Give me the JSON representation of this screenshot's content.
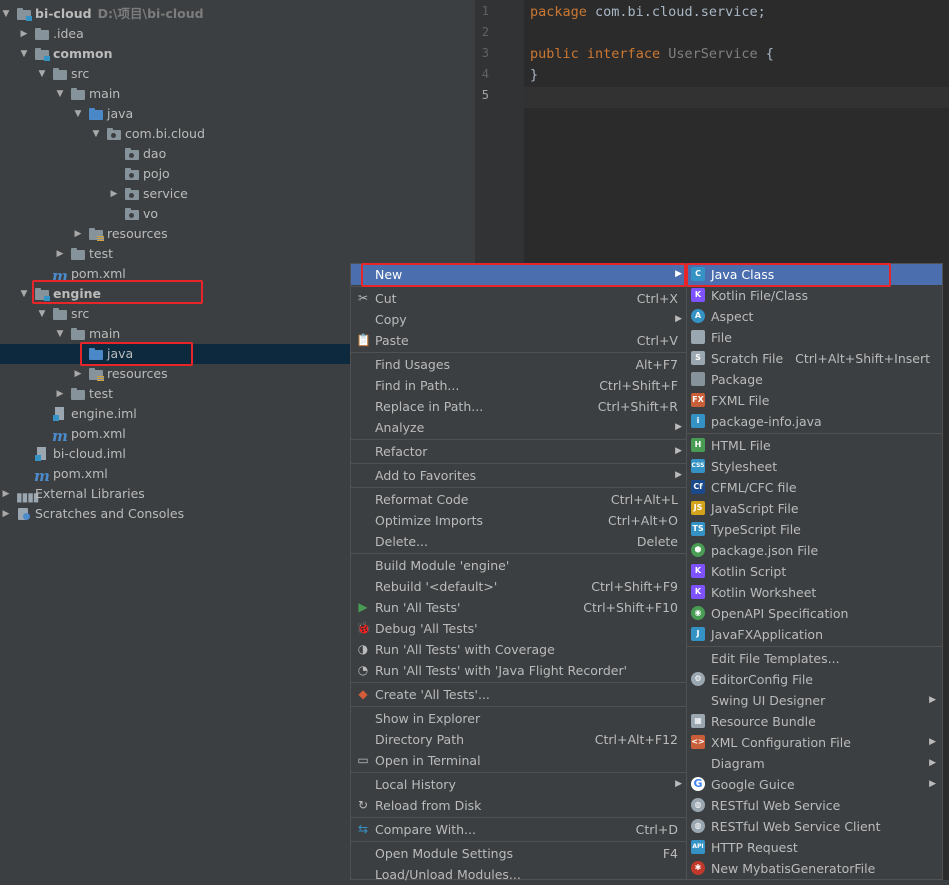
{
  "tree": {
    "rows": [
      {
        "label": "bi-cloud",
        "path": "D:\\项目\\bi-cloud",
        "bold": true,
        "arrow": "down",
        "indent": 0,
        "icon": "folder-mod"
      },
      {
        "label": ".idea",
        "arrow": "right",
        "indent": 1,
        "icon": "folder"
      },
      {
        "label": "common",
        "bold": true,
        "arrow": "down",
        "indent": 1,
        "icon": "folder-mod"
      },
      {
        "label": "src",
        "arrow": "down",
        "indent": 2,
        "icon": "folder"
      },
      {
        "label": "main",
        "arrow": "down",
        "indent": 3,
        "icon": "folder"
      },
      {
        "label": "java",
        "arrow": "down",
        "indent": 4,
        "icon": "folder-src"
      },
      {
        "label": "com.bi.cloud",
        "arrow": "down",
        "indent": 5,
        "icon": "folder-pkg"
      },
      {
        "label": "dao",
        "indent": 6,
        "icon": "folder-pkg"
      },
      {
        "label": "pojo",
        "indent": 6,
        "icon": "folder-pkg"
      },
      {
        "label": "service",
        "arrow": "right",
        "indent": 6,
        "icon": "folder-pkg"
      },
      {
        "label": "vo",
        "indent": 6,
        "icon": "folder-pkg"
      },
      {
        "label": "resources",
        "arrow": "right",
        "indent": 4,
        "icon": "folder-res"
      },
      {
        "label": "test",
        "arrow": "right",
        "indent": 3,
        "icon": "folder"
      },
      {
        "label": "pom.xml",
        "indent": 2,
        "icon": "maven"
      },
      {
        "label": "engine",
        "bold": true,
        "arrow": "down",
        "indent": 1,
        "icon": "folder-mod"
      },
      {
        "label": "src",
        "arrow": "down",
        "indent": 2,
        "icon": "folder"
      },
      {
        "label": "main",
        "arrow": "down",
        "indent": 3,
        "icon": "folder"
      },
      {
        "label": "java",
        "indent": 4,
        "icon": "folder-src",
        "selected": true
      },
      {
        "label": "resources",
        "arrow": "right",
        "indent": 4,
        "icon": "folder-res"
      },
      {
        "label": "test",
        "arrow": "right",
        "indent": 3,
        "icon": "folder"
      },
      {
        "label": "engine.iml",
        "indent": 2,
        "icon": "iml"
      },
      {
        "label": "pom.xml",
        "indent": 2,
        "icon": "maven"
      },
      {
        "label": "bi-cloud.iml",
        "indent": 1,
        "icon": "iml"
      },
      {
        "label": "pom.xml",
        "indent": 1,
        "icon": "maven"
      },
      {
        "label": "External Libraries",
        "arrow": "right",
        "indent": 0,
        "icon": "libraries"
      },
      {
        "label": "Scratches and Consoles",
        "arrow": "right",
        "indent": 0,
        "icon": "scratches"
      }
    ]
  },
  "editor": {
    "line_numbers": [
      "1",
      "2",
      "3",
      "4",
      "5"
    ],
    "lines": [
      [
        {
          "t": "package",
          "c": "kw"
        },
        {
          "t": " com.bi.cloud.service;",
          "c": ""
        }
      ],
      [],
      [
        {
          "t": "public",
          "c": "kw"
        },
        {
          "t": " ",
          "c": ""
        },
        {
          "t": "interface",
          "c": "kw"
        },
        {
          "t": " ",
          "c": ""
        },
        {
          "t": "UserService",
          "c": "cls"
        },
        {
          "t": " {",
          "c": ""
        }
      ],
      [
        {
          "t": "}",
          "c": ""
        }
      ],
      []
    ]
  },
  "context_menu": {
    "items": [
      {
        "label": "New",
        "submenu": true,
        "selected": true
      },
      {
        "sep": true
      },
      {
        "label": "Cut",
        "shortcut": "Ctrl+X",
        "icon": "scissors"
      },
      {
        "label": "Copy",
        "submenu": true
      },
      {
        "label": "Paste",
        "shortcut": "Ctrl+V",
        "icon": "clipboard"
      },
      {
        "sep": true
      },
      {
        "label": "Find Usages",
        "shortcut": "Alt+F7"
      },
      {
        "label": "Find in Path...",
        "shortcut": "Ctrl+Shift+F"
      },
      {
        "label": "Replace in Path...",
        "shortcut": "Ctrl+Shift+R"
      },
      {
        "label": "Analyze",
        "submenu": true
      },
      {
        "sep": true
      },
      {
        "label": "Refactor",
        "submenu": true
      },
      {
        "sep": true
      },
      {
        "label": "Add to Favorites",
        "submenu": true
      },
      {
        "sep": true
      },
      {
        "label": "Reformat Code",
        "shortcut": "Ctrl+Alt+L"
      },
      {
        "label": "Optimize Imports",
        "shortcut": "Ctrl+Alt+O"
      },
      {
        "label": "Delete...",
        "shortcut": "Delete"
      },
      {
        "sep": true
      },
      {
        "label": "Build Module 'engine'"
      },
      {
        "label": "Rebuild '<default>'",
        "shortcut": "Ctrl+Shift+F9"
      },
      {
        "label": "Run 'All Tests'",
        "shortcut": "Ctrl+Shift+F10",
        "icon": "run"
      },
      {
        "label": "Debug 'All Tests'",
        "icon": "debug"
      },
      {
        "label": "Run 'All Tests' with Coverage",
        "icon": "coverage"
      },
      {
        "label": "Run 'All Tests' with 'Java Flight Recorder'",
        "icon": "profiler"
      },
      {
        "sep": true
      },
      {
        "label": "Create 'All Tests'...",
        "icon": "create-test"
      },
      {
        "sep": true
      },
      {
        "label": "Show in Explorer"
      },
      {
        "label": "Directory Path",
        "shortcut": "Ctrl+Alt+F12"
      },
      {
        "label": "Open in Terminal",
        "icon": "terminal"
      },
      {
        "sep": true
      },
      {
        "label": "Local History",
        "submenu": true
      },
      {
        "label": "Reload from Disk",
        "icon": "reload"
      },
      {
        "sep": true
      },
      {
        "label": "Compare With...",
        "shortcut": "Ctrl+D",
        "icon": "compare"
      },
      {
        "sep": true
      },
      {
        "label": "Open Module Settings",
        "shortcut": "F4"
      },
      {
        "label": "Load/Unload Modules..."
      }
    ]
  },
  "new_submenu": {
    "items": [
      {
        "label": "Java Class",
        "selected": true,
        "icon": "java-class",
        "color": "#3592c4",
        "glyph": "C"
      },
      {
        "label": "Kotlin File/Class",
        "icon": "kotlin-file",
        "color": "#7f52ff",
        "glyph": "K"
      },
      {
        "label": "Aspect",
        "icon": "aspect",
        "color": "#3592c4",
        "glyph": "A",
        "round": true
      },
      {
        "label": "File",
        "icon": "file",
        "color": "#9aa7b0",
        "glyph": ""
      },
      {
        "label": "Scratch File",
        "shortcut": "Ctrl+Alt+Shift+Insert",
        "icon": "scratch-file",
        "color": "#9aa7b0",
        "glyph": "S"
      },
      {
        "label": "Package",
        "icon": "package",
        "color": "#87939a",
        "glyph": ""
      },
      {
        "label": "FXML File",
        "icon": "fxml-file",
        "color": "#c95e3a",
        "glyph": "FX"
      },
      {
        "label": "package-info.java",
        "icon": "package-info",
        "color": "#3592c4",
        "glyph": "i"
      },
      {
        "sep": true
      },
      {
        "label": "HTML File",
        "icon": "html-file",
        "color": "#499c54",
        "glyph": "H"
      },
      {
        "label": "Stylesheet",
        "icon": "stylesheet",
        "color": "#3592c4",
        "glyph": "CSS"
      },
      {
        "label": "CFML/CFC file",
        "icon": "cfml-file",
        "color": "#1a4a8c",
        "glyph": "Cf"
      },
      {
        "label": "JavaScript File",
        "icon": "javascript-file",
        "color": "#d3a41b",
        "glyph": "JS"
      },
      {
        "label": "TypeScript File",
        "icon": "typescript-file",
        "color": "#3592c4",
        "glyph": "TS"
      },
      {
        "label": "package.json File",
        "icon": "npm",
        "color": "#499c54",
        "glyph": "⬢",
        "round": true
      },
      {
        "label": "Kotlin Script",
        "icon": "kotlin-script",
        "color": "#7f52ff",
        "glyph": "K"
      },
      {
        "label": "Kotlin Worksheet",
        "icon": "kotlin-worksheet",
        "color": "#7f52ff",
        "glyph": "K"
      },
      {
        "label": "OpenAPI Specification",
        "icon": "openapi",
        "color": "#499c54",
        "glyph": "◉",
        "round": true
      },
      {
        "label": "JavaFXApplication",
        "icon": "javafx",
        "color": "#3592c4",
        "glyph": "J"
      },
      {
        "sep": true
      },
      {
        "label": "Edit File Templates..."
      },
      {
        "label": "EditorConfig File",
        "icon": "gear",
        "color": "#9aa7b0",
        "glyph": "⚙",
        "round": true
      },
      {
        "label": "Swing UI Designer",
        "submenu": true
      },
      {
        "label": "Resource Bundle",
        "icon": "resource-bundle",
        "color": "#9aa7b0",
        "glyph": "▦"
      },
      {
        "label": "XML Configuration File",
        "submenu": true,
        "icon": "xml-file",
        "color": "#c95e3a",
        "glyph": "<>"
      },
      {
        "label": "Diagram",
        "submenu": true
      },
      {
        "label": "Google Guice",
        "submenu": true,
        "icon": "google",
        "color": "#ffffff",
        "glyph": "G",
        "round": true
      },
      {
        "label": "RESTful Web Service",
        "icon": "globe",
        "color": "#9aa7b0",
        "glyph": "◍",
        "round": true
      },
      {
        "label": "RESTful Web Service Client",
        "icon": "globe-client",
        "color": "#9aa7b0",
        "glyph": "◍",
        "round": true
      },
      {
        "label": "HTTP Request",
        "icon": "http-request",
        "color": "#3592c4",
        "glyph": "API"
      },
      {
        "label": "New MybatisGeneratorFile",
        "icon": "mybatis",
        "color": "#c0392b",
        "glyph": "✱",
        "round": true
      }
    ]
  }
}
